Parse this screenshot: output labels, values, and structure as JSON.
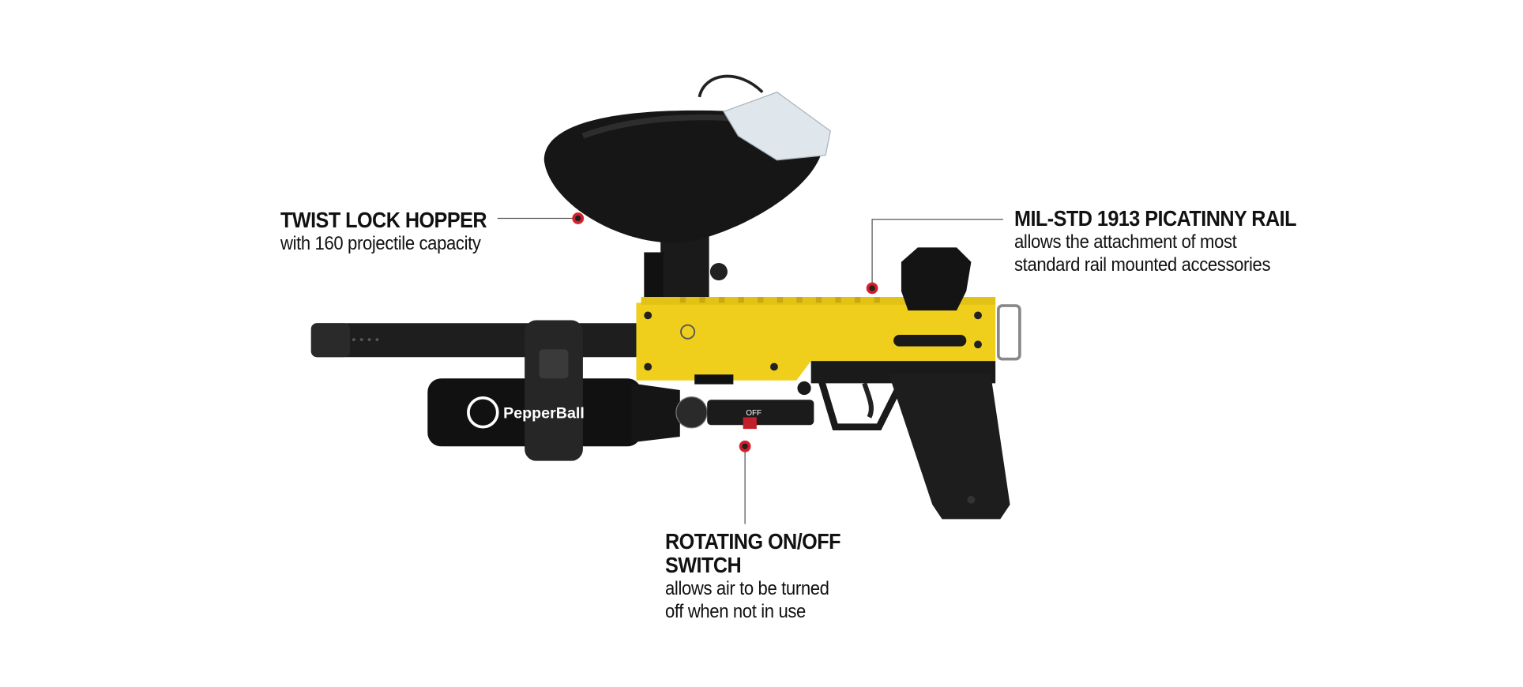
{
  "callouts": {
    "hopper": {
      "title": "TWIST LOCK HOPPER",
      "desc": "with 160 projectile capacity"
    },
    "rail": {
      "title": "MIL-STD 1913 PICATINNY RAIL",
      "desc_line1": "allows the attachment of most",
      "desc_line2": "standard rail mounted accessories"
    },
    "switch": {
      "title": "ROTATING ON/OFF SWITCH",
      "desc_line1": "allows air to be turned",
      "desc_line2": "off when not in use"
    }
  },
  "product": {
    "brand": "PepperBall",
    "valve_label": "OFF"
  },
  "colors": {
    "marker": "#d71f2b",
    "body_yellow": "#f0cf1c",
    "dark": "#1c1c1c"
  }
}
